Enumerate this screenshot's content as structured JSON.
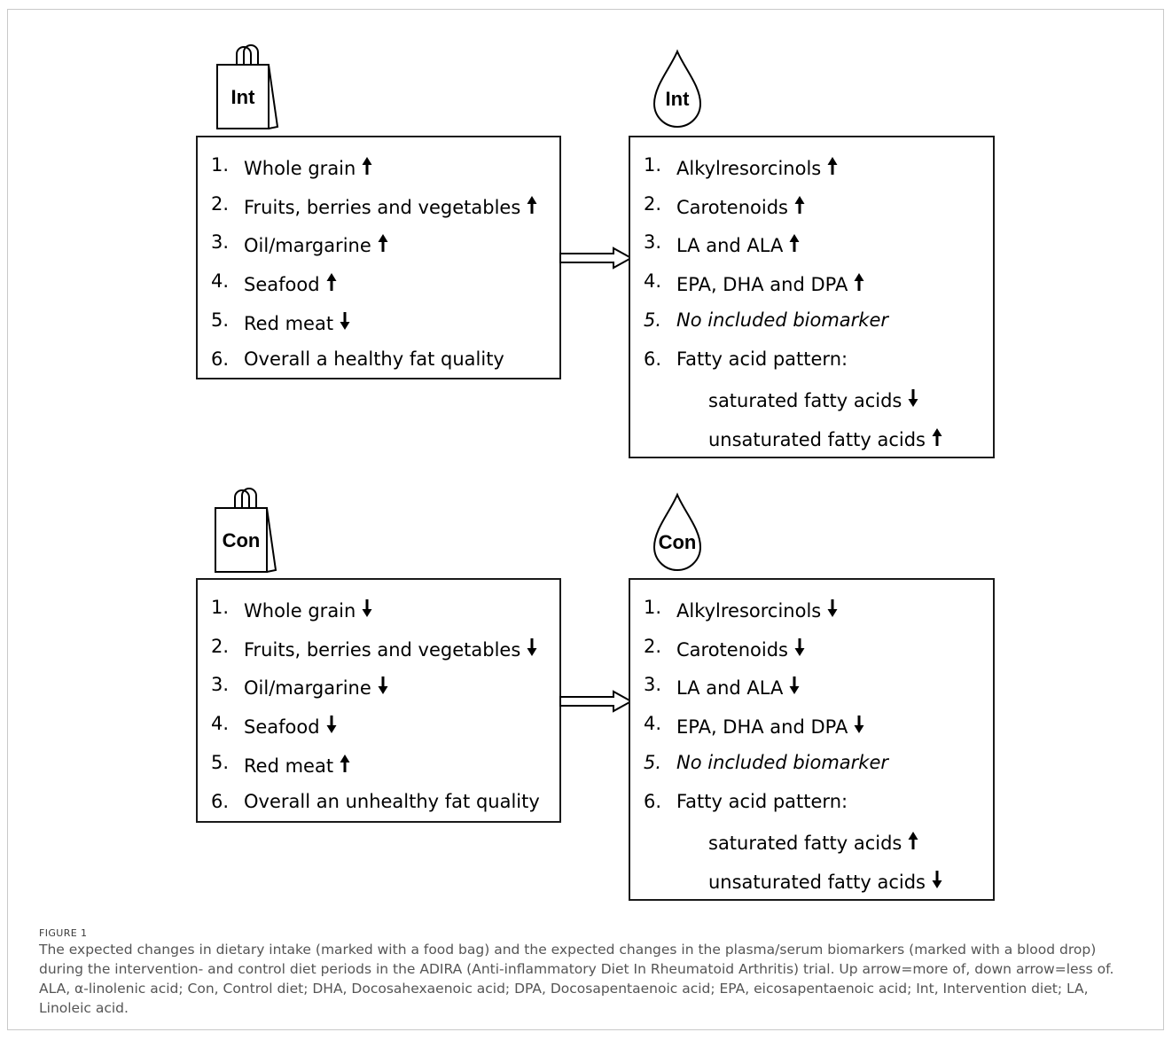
{
  "figure_label": "FIGURE 1",
  "caption": "The expected changes in dietary intake (marked with a food bag) and the expected changes in the plasma/serum biomarkers (marked with a blood drop) during the intervention- and control diet periods in the ADIRA (Anti-inflammatory Diet In Rheumatoid Arthritis) trial. Up arrow=more of, down arrow=less of. ALA, α-linolenic acid; Con, Control diet; DHA, Docosahexaenoic acid; DPA, Docosapentaenoic acid; EPA, eicosapentaenoic acid; Int, Intervention diet; LA, Linoleic acid.",
  "icons": {
    "bag": "shopping-bag-icon",
    "drop": "blood-drop-icon",
    "up": "up-arrow-icon",
    "down": "down-arrow-icon"
  },
  "int": {
    "bag_label": "Int",
    "drop_label": "Int",
    "diet": [
      {
        "num": "1.",
        "text": "Whole grain",
        "dir": "up"
      },
      {
        "num": "2.",
        "text": "Fruits, berries and vegetables",
        "dir": "up"
      },
      {
        "num": "3.",
        "text": "Oil/margarine",
        "dir": "up"
      },
      {
        "num": "4.",
        "text": "Seafood",
        "dir": "up"
      },
      {
        "num": "5.",
        "text": "Red meat",
        "dir": "down"
      },
      {
        "num": "6.",
        "text": "Overall a healthy fat quality",
        "dir": ""
      }
    ],
    "biomarkers": [
      {
        "num": "1.",
        "text": "Alkylresorcinols",
        "dir": "up"
      },
      {
        "num": "2.",
        "text": "Carotenoids",
        "dir": "up"
      },
      {
        "num": "3.",
        "text": "LA and ALA",
        "dir": "up"
      },
      {
        "num": "4.",
        "text": "EPA, DHA and DPA",
        "dir": "up"
      },
      {
        "num": "5.",
        "text": "No included biomarker",
        "dir": "",
        "italic": true
      },
      {
        "num": "6.",
        "text": "Fatty acid pattern:",
        "dir": ""
      },
      {
        "num": "",
        "text": "saturated fatty acids",
        "dir": "down",
        "indent": true
      },
      {
        "num": "",
        "text": "unsaturated fatty acids",
        "dir": "up",
        "indent": true
      }
    ]
  },
  "con": {
    "bag_label": "Con",
    "drop_label": "Con",
    "diet": [
      {
        "num": "1.",
        "text": "Whole grain",
        "dir": "down"
      },
      {
        "num": "2.",
        "text": "Fruits, berries and vegetables",
        "dir": "down"
      },
      {
        "num": "3.",
        "text": "Oil/margarine",
        "dir": "down"
      },
      {
        "num": "4.",
        "text": "Seafood",
        "dir": "down"
      },
      {
        "num": "5.",
        "text": "Red meat",
        "dir": "up"
      },
      {
        "num": "6.",
        "text": "Overall an unhealthy fat quality",
        "dir": ""
      }
    ],
    "biomarkers": [
      {
        "num": "1.",
        "text": "Alkylresorcinols",
        "dir": "down"
      },
      {
        "num": "2.",
        "text": "Carotenoids",
        "dir": "down"
      },
      {
        "num": "3.",
        "text": "LA and ALA",
        "dir": "down"
      },
      {
        "num": "4.",
        "text": "EPA, DHA and DPA",
        "dir": "down"
      },
      {
        "num": "5.",
        "text": "No included biomarker",
        "dir": "",
        "italic": true
      },
      {
        "num": "6.",
        "text": "Fatty acid pattern:",
        "dir": ""
      },
      {
        "num": "",
        "text": "saturated fatty acids",
        "dir": "up",
        "indent": true
      },
      {
        "num": "",
        "text": "unsaturated fatty acids",
        "dir": "down",
        "indent": true
      }
    ]
  }
}
